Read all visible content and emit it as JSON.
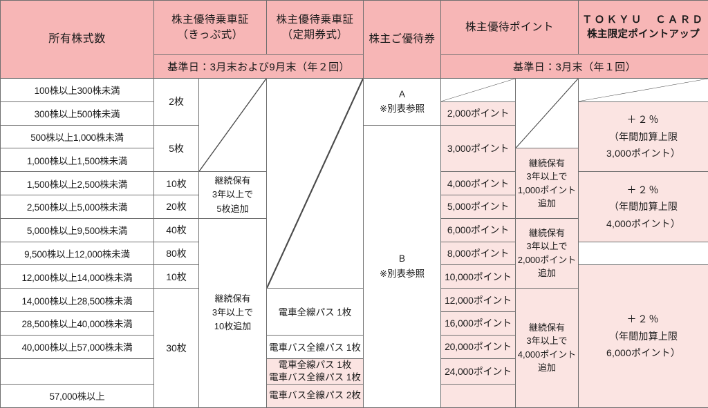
{
  "colors": {
    "header_pink": "#f7b6b6",
    "cell_pink": "#fbe4e2",
    "border": "#6f6f6f",
    "text": "#1a1a1a"
  },
  "header": {
    "shares_label": "所有株式数",
    "pass_ticket_label": "株主優待乗車証\n（きっぷ式）",
    "pass_ticket_line1": "株主優待乗車証",
    "pass_ticket_line2": "（きっぷ式）",
    "pass_commuter_line1": "株主優待乗車証",
    "pass_commuter_line2": "（定期券式）",
    "coupon_label": "株主ご優待券",
    "points_label": "株主優待ポイント",
    "tokyu_card_line1": "ＴＯＫＹＵ　ＣＡＲＤ",
    "tokyu_card_line2": "株主限定ポイントアップ",
    "record_date_semiannual": "基準日：3月末および9月末（年２回）",
    "record_date_annual": "基準日：3月末（年１回）"
  },
  "rows": [
    {
      "shares": "100株以上300株未満"
    },
    {
      "shares": "300株以上500株未満"
    },
    {
      "shares": "500株以上1,000株未満"
    },
    {
      "shares": "1,000株以上1,500株未満"
    },
    {
      "shares": "1,500株以上2,500株未満"
    },
    {
      "shares": "2,500株以上5,000株未満"
    },
    {
      "shares": "5,000株以上9,500株未満"
    },
    {
      "shares": "9,500株以上12,000株未満"
    },
    {
      "shares": "12,000株以上14,000株未満"
    },
    {
      "shares": "14,000株以上28,500株未満"
    },
    {
      "shares": "28,500株以上40,000株未満"
    },
    {
      "shares": "40,000株以上57,000株未満"
    },
    {
      "shares": "57,000株以上"
    }
  ],
  "ticket_counts": [
    {
      "value": "2枚",
      "rowspan": 2
    },
    {
      "value": "5枚",
      "rowspan": 2
    },
    {
      "value": "10枚",
      "rowspan": 1
    },
    {
      "value": "20枚",
      "rowspan": 1
    },
    {
      "value": "40枚",
      "rowspan": 1
    },
    {
      "value": "80枚",
      "rowspan": 1
    },
    {
      "value": "10枚",
      "rowspan": 1
    },
    {
      "value": "30枚",
      "rowspan": 5
    }
  ],
  "ticket_notes": [
    {
      "kind": "slash",
      "rowspan": 4
    },
    {
      "kind": "text",
      "rowspan": 2,
      "line1": "継続保有",
      "line2": "3年以上で",
      "line3": "5枚追加"
    },
    {
      "kind": "text",
      "rowspan": 8,
      "line1": "継続保有",
      "line2": "3年以上で",
      "line3": "10枚追加"
    }
  ],
  "commuter_passes": [
    {
      "kind": "slash",
      "rowspan": 9
    },
    {
      "kind": "text",
      "rowspan": 2,
      "style": "plain",
      "lines": [
        "電車全線パス 1枚"
      ]
    },
    {
      "kind": "text",
      "rowspan": 1,
      "style": "plain",
      "lines": [
        "電車バス全線パス 1枚"
      ]
    },
    {
      "kind": "text",
      "rowspan": 1,
      "style": "pink",
      "lines": [
        "電車全線パス 1枚",
        "電車バス全線パス 1枚"
      ]
    },
    {
      "kind": "text",
      "rowspan": 1,
      "style": "pink",
      "lines": [
        "電車バス全線パス 2枚"
      ]
    }
  ],
  "coupons": [
    {
      "label": "A",
      "sub": "※別表参照",
      "rowspan": 2
    },
    {
      "label": "B",
      "sub": "※別表参照",
      "rowspan": 12
    }
  ],
  "points": [
    {
      "kind": "slash",
      "rowspan": 1
    },
    {
      "value": "2,000ポイント",
      "rowspan": 1
    },
    {
      "value": "3,000ポイント",
      "rowspan": 2
    },
    {
      "value": "4,000ポイント",
      "rowspan": 1
    },
    {
      "value": "5,000ポイント",
      "rowspan": 1
    },
    {
      "value": "6,000ポイント",
      "rowspan": 1
    },
    {
      "value": "8,000ポイント",
      "rowspan": 1
    },
    {
      "value": "10,000ポイント",
      "rowspan": 1
    },
    {
      "value": "12,000ポイント",
      "rowspan": 1
    },
    {
      "value": "16,000ポイント",
      "rowspan": 1
    },
    {
      "value": "20,000ポイント",
      "rowspan": 1
    },
    {
      "value": "24,000ポイント",
      "rowspan": 1
    }
  ],
  "points_bonus": [
    {
      "kind": "slash",
      "rowspan": 3
    },
    {
      "kind": "text",
      "rowspan": 3,
      "line1": "継続保有",
      "line2": "3年以上で",
      "line3": "1,000ポイント",
      "line4": "追加"
    },
    {
      "kind": "text",
      "rowspan": 3,
      "line1": "継続保有",
      "line2": "3年以上で",
      "line3": "2,000ポイント",
      "line4": "追加"
    },
    {
      "kind": "text",
      "rowspan": 5,
      "line1": "継続保有",
      "line2": "3年以上で",
      "line3": "4,000ポイント",
      "line4": "追加"
    }
  ],
  "card_bonus": [
    {
      "kind": "slash",
      "rowspan": 1
    },
    {
      "kind": "text",
      "rowspan": 3,
      "pct": "＋２％",
      "line2": "（年間加算上限",
      "line3": "3,000ポイント）"
    },
    {
      "kind": "text",
      "rowspan": 3,
      "pct": "＋２％",
      "line2": "（年間加算上限",
      "line3": "4,000ポイント）"
    },
    {
      "kind": "text",
      "rowspan": 7,
      "pct": "＋２％",
      "line2": "（年間加算上限",
      "line3": "6,000ポイント）"
    }
  ]
}
